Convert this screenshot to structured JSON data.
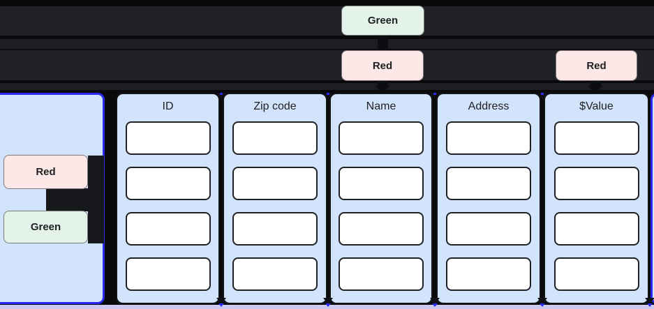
{
  "colors": {
    "background": "#0a0a0c",
    "lane_strip": "#212227",
    "lane_strip_thin": "#1d1e22",
    "green_badge_bg": "#e4f3e9",
    "red_badge_bg": "#fce8e6",
    "node_bg": "#d2e3fc",
    "selected_border": "#2a2af0",
    "connector": "#17181c",
    "cell_bg": "#ffffff",
    "cell_border": "#202124",
    "text": "#202124",
    "bottom_node_bg": "#cdc9f1"
  },
  "top_lanes": {
    "lane1_badge": {
      "label": "Green"
    },
    "lane2_badges": [
      {
        "label": "Red"
      },
      {
        "label": "Red"
      }
    ]
  },
  "left_panel": {
    "badges": [
      {
        "label": "Red"
      },
      {
        "label": "Green"
      }
    ]
  },
  "columns": [
    {
      "header": "ID",
      "cell_count": 4
    },
    {
      "header": "Zip code",
      "cell_count": 4
    },
    {
      "header": "Name",
      "cell_count": 4
    },
    {
      "header": "Address",
      "cell_count": 4
    },
    {
      "header": "$Value",
      "cell_count": 4
    }
  ]
}
